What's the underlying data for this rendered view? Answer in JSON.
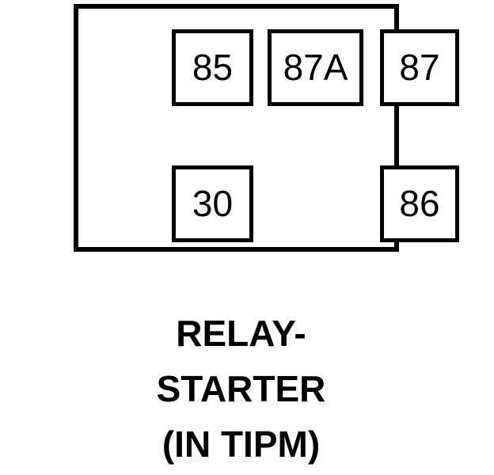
{
  "diagram": {
    "type": "automotive-relay-pinout",
    "colors": {
      "stroke": "#000000",
      "background": "#ffffff"
    },
    "relay_body": {
      "label": "relay-outline"
    },
    "terminals": [
      {
        "id": "85",
        "label": "85",
        "row": "top",
        "position": "left"
      },
      {
        "id": "87A",
        "label": "87A",
        "row": "top",
        "position": "center"
      },
      {
        "id": "87",
        "label": "87",
        "row": "top",
        "position": "right"
      },
      {
        "id": "30",
        "label": "30",
        "row": "bottom",
        "position": "left"
      },
      {
        "id": "86",
        "label": "86",
        "row": "bottom",
        "position": "right"
      }
    ]
  },
  "caption": {
    "lines": [
      "RELAY-",
      "STARTER",
      "(IN TIPM)"
    ]
  }
}
